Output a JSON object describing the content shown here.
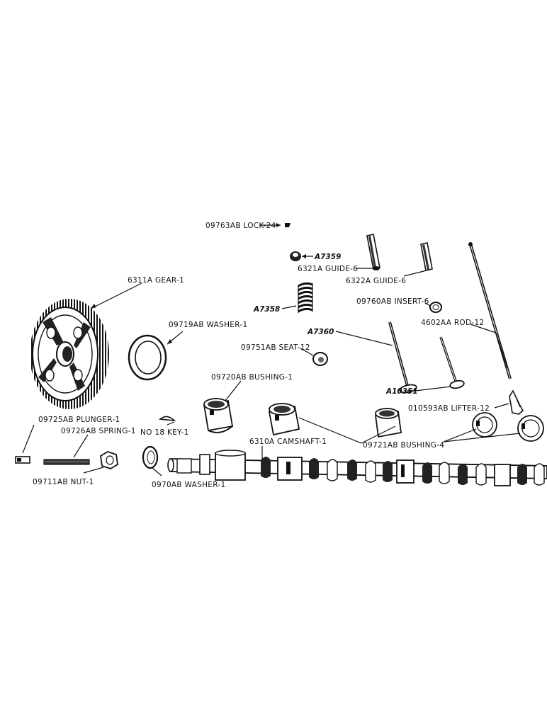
{
  "labels": {
    "lock": "09763AB LOCK-24",
    "a7359": "A7359",
    "guide6321": "6321A GUIDE-6",
    "guide6322": "6322A GUIDE-6",
    "gear": "6311A GEAR-1",
    "a7358": "A7358",
    "insert": "09760AB INSERT-6",
    "washer719": "09719AB WASHER-1",
    "a7360": "A7360",
    "rod": "4602AA ROD-12",
    "seat": "09751AB SEAT-12",
    "bushing720": "09720AB BUSHING-1",
    "a10351": "A10351",
    "lifter": "010593AB LIFTER-12",
    "plunger": "09725AB PLUNGER-1",
    "spring": "09726AB SPRING-1",
    "key": "NO 18 KEY-1",
    "camshaft": "6310A CAMSHAFT-1",
    "bushing721": "09721AB BUSHING-4",
    "nut": "09711AB NUT-1",
    "washer970": "0970AB WASHER-1"
  },
  "colors": {
    "ink": "#111111",
    "paper": "#ffffff"
  }
}
